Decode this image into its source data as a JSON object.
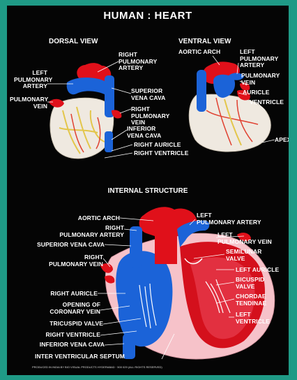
{
  "title": "HUMAN : HEART",
  "sections": {
    "dorsal": "DORSAL VIEW",
    "ventral": "VENTRAL VIEW",
    "internal": "INTERNAL STRUCTURE"
  },
  "dorsal_labels": {
    "right_pulmonary_artery": "RIGHT\nPULMONARY\nARTERY",
    "left_pulmonary_artery": "LEFT\nPULMONARY\nARTERY",
    "pulmonary_vein": "PULMONARY\nVEIN",
    "superior_vena_cava": "SUPERIOR\nVENA CAVA",
    "right_pulmonary_vein": "RIGHT\nPULMONARY\nVEIN",
    "inferior_vena_cava": "INFERIOR\nVENA CAVA",
    "right_auricle": "RIGHT AURICLE",
    "right_ventricle": "RIGHT VENTRICLE"
  },
  "ventral_labels": {
    "aortic_arch": "AORTIC ARCH",
    "left_pulmonary_artery": "LEFT\nPULMONARY\nARTERY",
    "pulmonary_vein": "PULMONARY\nVEIN",
    "auricle": "AURICLE",
    "ventricle": "VENTRICLE",
    "apex": "APEX"
  },
  "internal_labels": {
    "aortic_arch": "AORTIC ARCH",
    "right_pulmonary_artery": "RIGHT\nPULMONARY ARTERY",
    "superior_vena_cava": "SUPERIOR VENA CAVA",
    "right_pulmonary_vein": "RIGHT\nPULMONARY VEIN",
    "right_auricle": "RIGHT AURICLE",
    "opening_coronary_vein": "OPENING OF\nCORONARY VEIN",
    "tricuspid_valve": "TRICUSPID VALVE",
    "right_ventricle": "RIGHT VENTRICLE",
    "inferior_vena_cava": "INFERIOR VENA CAVA",
    "inter_ventricular_septum": "INTER VENTRICULAR SEPTUM",
    "left_pulmonary_artery": "LEFT\nPULMONARY ARTERY",
    "left_pulmonary_vein": "LEFT\nPULMONARY VEIN",
    "semilunar_valve": "SEMILUNAR\nVALVE",
    "left_auricle": "LEFT AURICLE",
    "bicuspid_valve": "BICUSPID\nVALVE",
    "chordae_tendinae": "CHORDAE\nTENDINAE",
    "left_ventricle": "LEFT\nVENTRICLE"
  },
  "footer": "PRODUCED IN INDIA BY BIO VISUAL PRODUCTS HYDERABAD · 500 029 (ALL RIGHTS RESERVED)",
  "colors": {
    "frame": "#1f9a86",
    "background": "#050505",
    "artery_red": "#e0101a",
    "vein_blue": "#1b63d8",
    "muscle_pink": "#f6c2c9",
    "heart_surface": "#efe9e0"
  }
}
